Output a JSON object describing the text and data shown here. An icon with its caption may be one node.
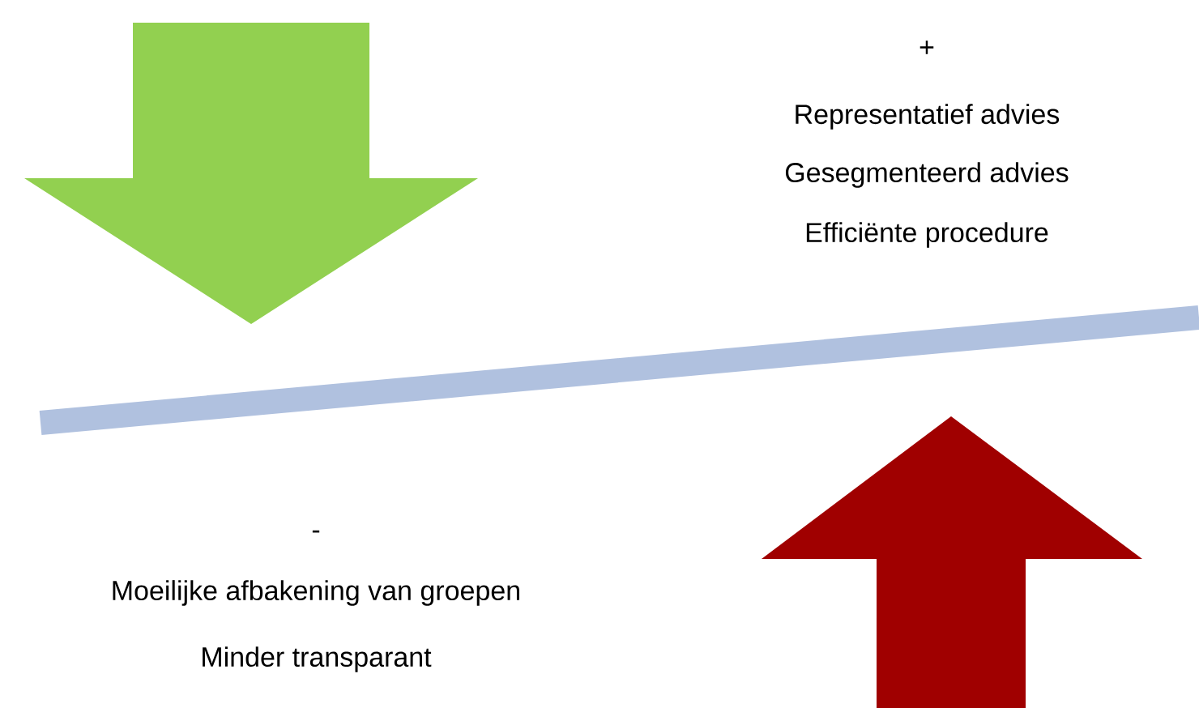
{
  "diagram": {
    "labels": [
      "+",
      "Representatief advies",
      "Gesegmenteerd advies",
      "Efficiënte procedure",
      "-",
      "Moeilijke afbakening van groepen",
      "Minder transparant"
    ]
  }
}
